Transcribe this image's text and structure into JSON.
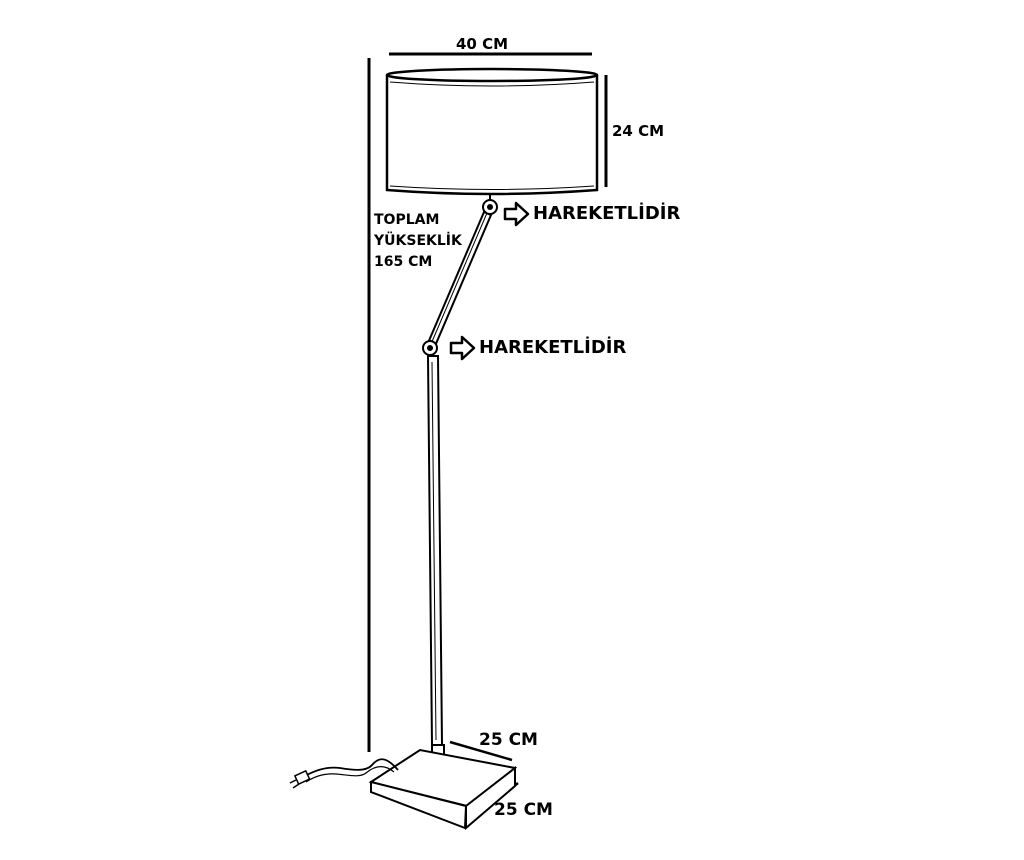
{
  "dimensions": {
    "shade_width": "40 CM",
    "shade_height": "24 CM",
    "base_depth": "25 CM",
    "base_width": "25 CM"
  },
  "total_height": {
    "line1": "TOPLAM",
    "line2": "YÜKSEKLİK",
    "line3": "165 CM"
  },
  "joints": {
    "upper_label": "HAREKETLİDİR",
    "lower_label": "HAREKETLİDİR",
    "arrow_icon": "right-arrow-outline-icon"
  }
}
